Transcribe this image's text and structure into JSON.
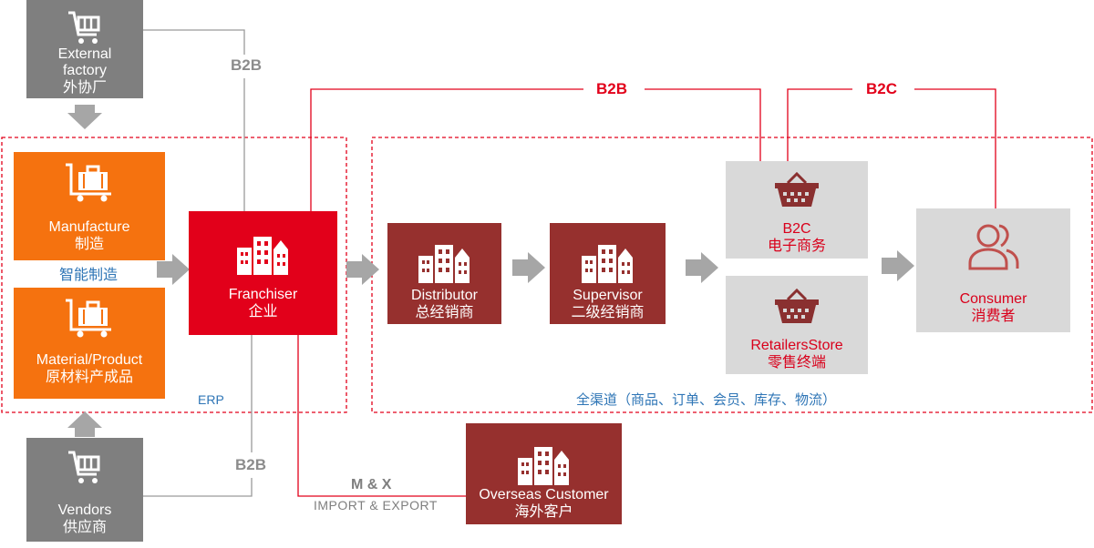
{
  "nodes": {
    "external": {
      "l1": "External",
      "l2": "factory",
      "l3": "外协厂"
    },
    "manufacture": {
      "l1": "Manufacture",
      "l2": "制造"
    },
    "material": {
      "l1": "Material/Product",
      "l2": "原材料产成品"
    },
    "vendors": {
      "l1": "Vendors",
      "l2": "供应商"
    },
    "franchiser": {
      "l1": "Franchiser",
      "l2": "企业"
    },
    "distributor": {
      "l1": "Distributor",
      "l2": "总经销商"
    },
    "supervisor": {
      "l1": "Supervisor",
      "l2": "二级经销商"
    },
    "b2c": {
      "l1": "B2C",
      "l2": "电子商务"
    },
    "retailers": {
      "l1": "RetailersStore",
      "l2": "零售终端"
    },
    "consumer": {
      "l1": "Consumer",
      "l2": "消费者"
    },
    "overseas": {
      "l1": "Overseas Customer",
      "l2": "海外客户"
    }
  },
  "labels": {
    "smart_manufacturing": "智能制造",
    "erp": "ERP",
    "omni_channel": "全渠道（商品、订单、会员、库存、物流）",
    "b2b_top_gray": "B2B",
    "b2b_bottom_gray": "B2B",
    "b2b_red": "B2B",
    "b2c_red": "B2C",
    "mx": "M & X",
    "import_export": "IMPORT & EXPORT"
  },
  "colors": {
    "gray": "#7f7f7f",
    "orange": "#f5720f",
    "red": "#e2001a",
    "dark_red": "#96302e",
    "light_gray": "#d9d9d9",
    "blue_text": "#2e75b6"
  },
  "icons": [
    "cart-icon",
    "luggage-cart-icon",
    "buildings-icon",
    "basket-icon",
    "user-icon",
    "arrow-icon"
  ]
}
